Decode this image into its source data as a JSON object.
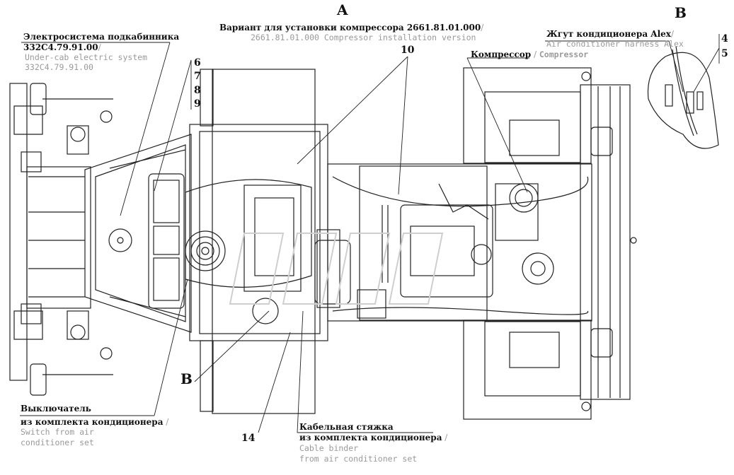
{
  "view_letters": {
    "a": "A",
    "b_top": "B",
    "b_callout": "B"
  },
  "variant": {
    "ru": "Вариант для установки компрессора 2661.81.01.000",
    "sep": "/",
    "en": "2661.81.01.000 Compressor installation version"
  },
  "under_cab": {
    "ru1": "Электросистема подкабинника",
    "ru2": "332С4.79.91.00",
    "sep": "/",
    "en1": "Under-cab electric system",
    "en2": "332C4.79.91.00"
  },
  "harness": {
    "ru": "Жгут кондиционера Alex",
    "sep": "/",
    "en": "Air conditioner harness Alex"
  },
  "compressor": {
    "ru": "Компрессор",
    "sep": " / ",
    "en": "Compressor"
  },
  "switch": {
    "ru1": "Выключатель",
    "ru2": "из комплекта кондиционера",
    "sep": " /",
    "en1": "Switch   from   air",
    "en2": "conditioner set"
  },
  "cable": {
    "ru1": "Кабельная стяжка",
    "ru2": "из комплекта кондиционера",
    "sep": " /",
    "en1": "Cable binder",
    "en2": "from air conditioner set"
  },
  "callouts": {
    "n6": "6",
    "n7": "7",
    "n8": "8",
    "n9": "9",
    "n10": "10",
    "n14": "14",
    "n4": "4",
    "n5": "5"
  },
  "colors": {
    "ink": "#111111",
    "translation": "#9a9a9a",
    "watermark": "#cfcfcf"
  }
}
